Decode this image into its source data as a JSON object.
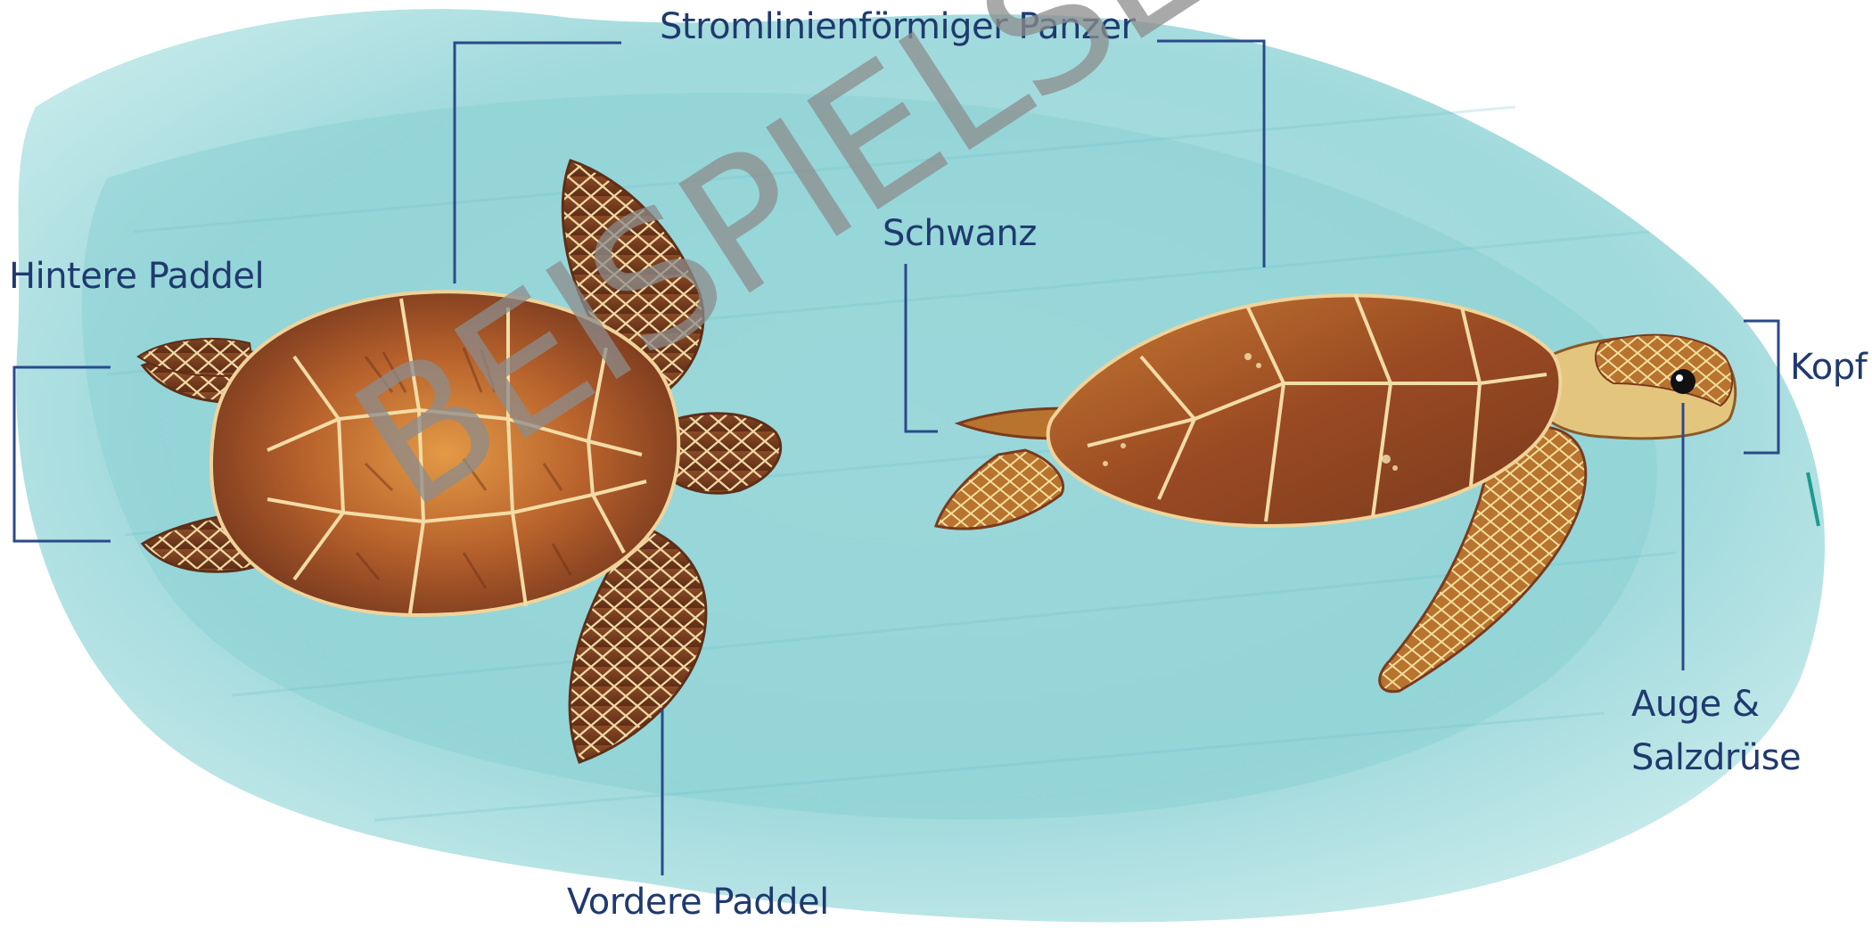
{
  "labels": {
    "shell": "Stromlinienförmiger Panzer",
    "tail": "Schwanz",
    "hind_flippers": "Hintere Paddel",
    "front_flippers": "Vordere Paddel",
    "head": "Kopf",
    "eye_line1": "Auge &",
    "eye_line2": "Salzdrüse"
  },
  "watermark": "BEISPIELSEITEN",
  "colors": {
    "label_text": "#1f3a6e",
    "leader_line": "#2a4a8a",
    "water": "#8fd3d6",
    "shell_dark": "#7a3a1e",
    "shell_mid": "#b8622c",
    "shell_light": "#e0a050",
    "skin_light": "#e7d08a",
    "watermark": "#8c8c8c"
  }
}
